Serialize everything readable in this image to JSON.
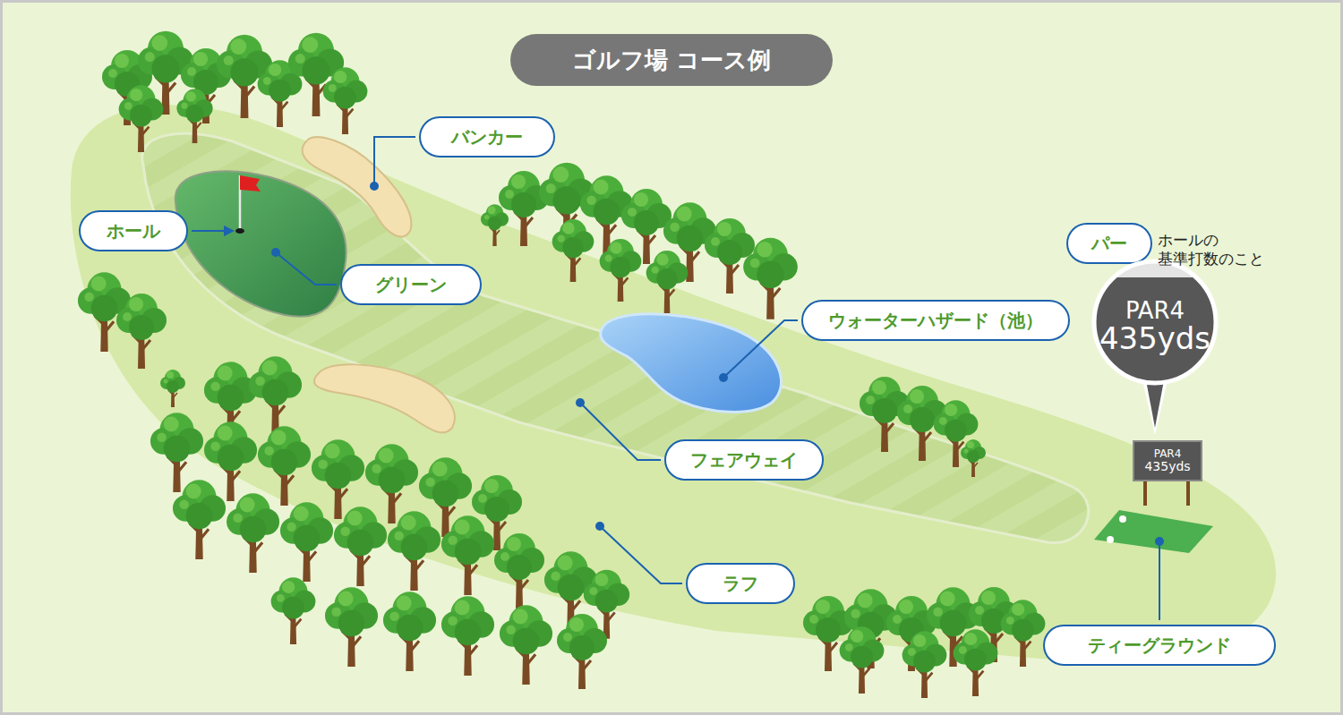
{
  "diagram": {
    "title": "ゴルフ場 コース例",
    "nodes": [
      {
        "text": [
          "バンカー"
        ]
      },
      {
        "text": [
          "ホール"
        ]
      },
      {
        "text": [
          "グリーン"
        ]
      },
      {
        "text": [
          "パー"
        ]
      },
      {
        "text": [
          "PAR4",
          "435yds"
        ]
      },
      {
        "text": [
          "ウォーターハザード（池）"
        ]
      },
      {
        "text": [
          "PAR4",
          "435yds"
        ]
      },
      {
        "text": [
          "フェアウェイ"
        ]
      },
      {
        "text": [
          "ラフ"
        ]
      },
      {
        "text": [
          "ティーグラウンド"
        ]
      }
    ],
    "labels": [
      "ホールの 基準打数のこと"
    ]
  }
}
